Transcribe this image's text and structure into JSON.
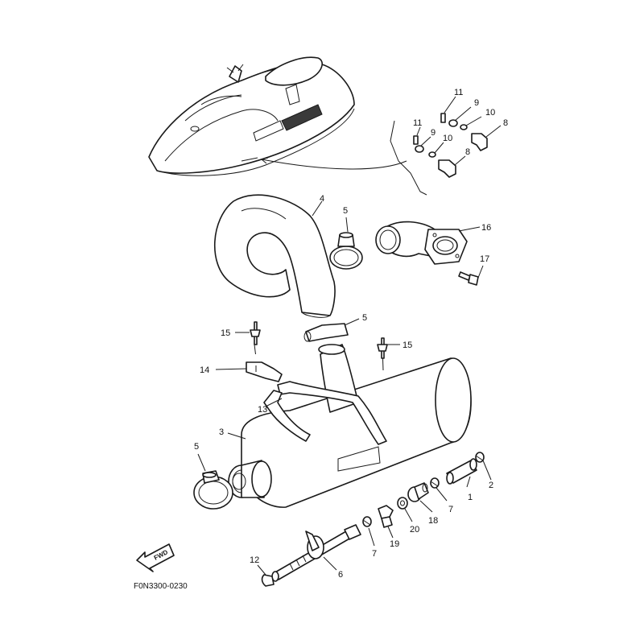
{
  "diagram_code": "F0N3300-0230",
  "fwd_label": "FWD",
  "callouts": {
    "c1": "1",
    "c2": "2",
    "c3": "3",
    "c4": "4",
    "c5a": "5",
    "c5b": "5",
    "c5c": "5",
    "c6": "6",
    "c7a": "7",
    "c7b": "7",
    "c8a": "8",
    "c8b": "8",
    "c9a": "9",
    "c9b": "9",
    "c10a": "10",
    "c10b": "10",
    "c11a": "11",
    "c11b": "11",
    "c12": "12",
    "c13": "13",
    "c14": "14",
    "c15a": "15",
    "c15b": "15",
    "c16": "16",
    "c17": "17",
    "c18": "18",
    "c19": "19",
    "c20": "20"
  }
}
